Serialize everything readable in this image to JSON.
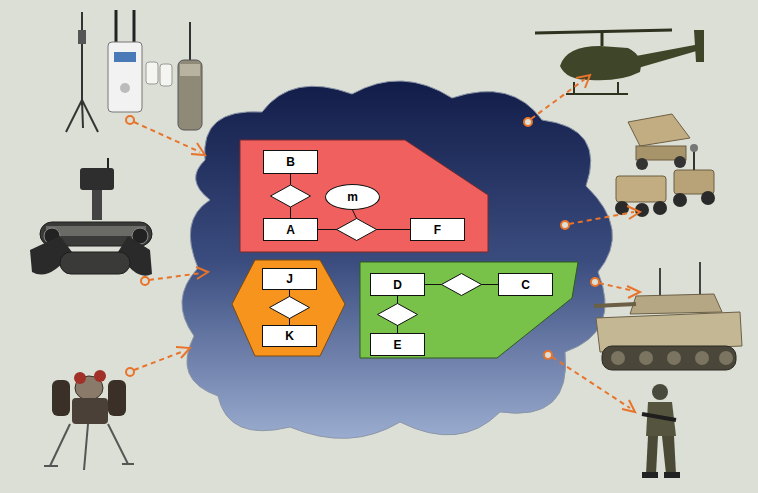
{
  "diagram": {
    "nodes": [
      {
        "text": [
          "B"
        ]
      },
      {
        "text": [
          "m"
        ]
      },
      {
        "text": [
          "A"
        ]
      },
      {
        "text": [
          "F"
        ]
      },
      {
        "text": [
          "J"
        ]
      },
      {
        "text": [
          "K"
        ]
      },
      {
        "text": [
          "D"
        ]
      },
      {
        "text": [
          "C"
        ]
      },
      {
        "text": [
          "E"
        ]
      }
    ],
    "edges": [
      {
        "from": 0,
        "to": 2,
        "arrow": "none"
      },
      {
        "from": 2,
        "to": 3,
        "arrow": "none"
      },
      {
        "from": 4,
        "to": 5,
        "arrow": "none"
      },
      {
        "from": 6,
        "to": 7,
        "arrow": "none"
      },
      {
        "from": 6,
        "to": 8,
        "arrow": "none"
      }
    ]
  }
}
